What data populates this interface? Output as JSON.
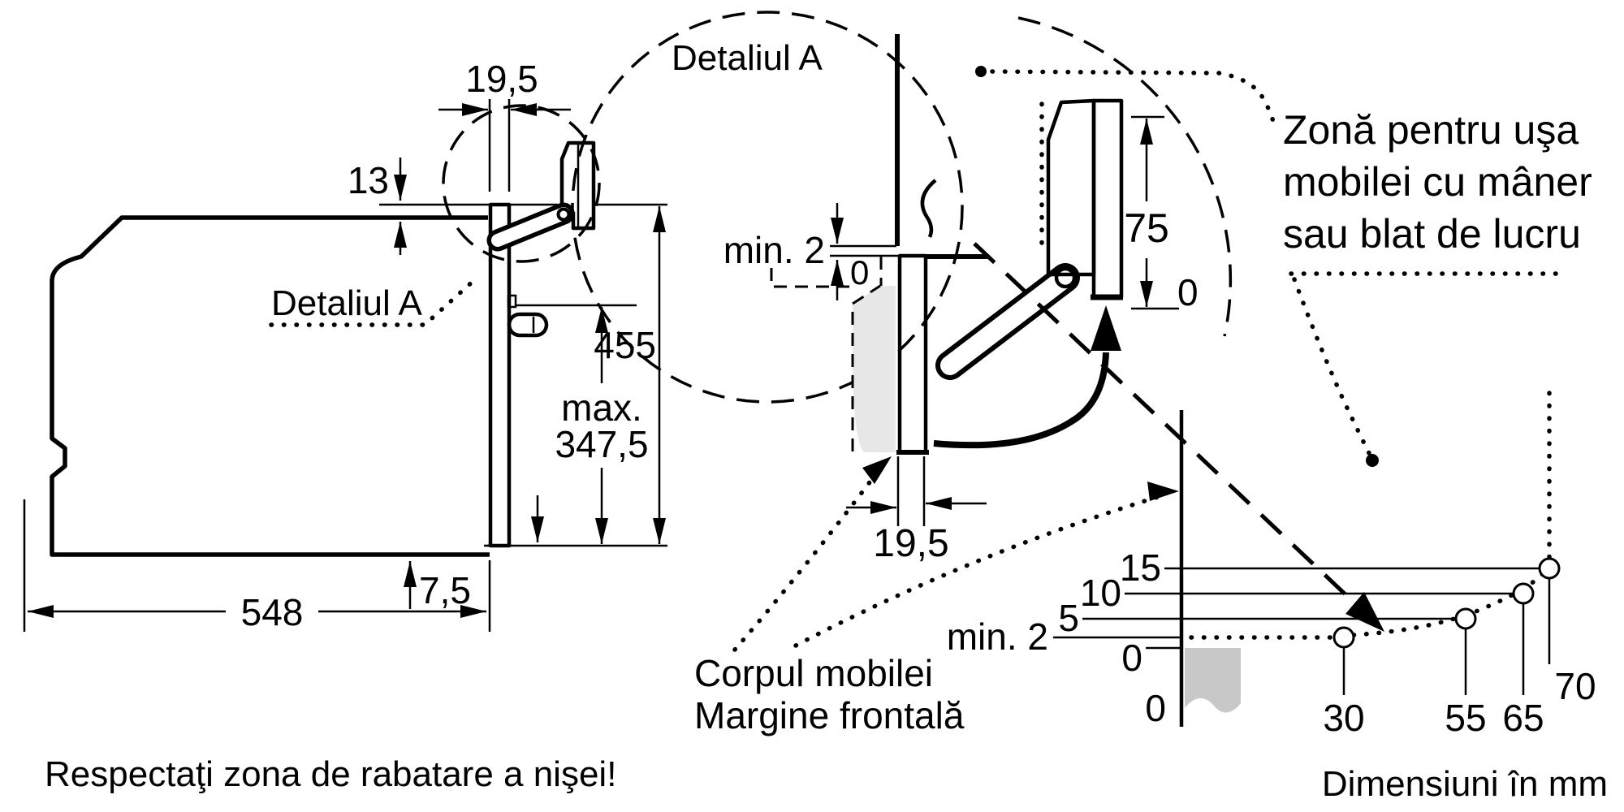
{
  "colors": {
    "line": "#000000",
    "door_fill": "#c8c8c8",
    "zone_fill": "#e7e7e7",
    "background": "#ffffff"
  },
  "side_view": {
    "detail_label": "Detaliul A",
    "dims": {
      "door_thickness": "19,5",
      "top_gap": "13",
      "front_height": "455",
      "max_line1": "max.",
      "max_line2": "347,5",
      "bottom_overhang": "7,5",
      "depth": "548"
    }
  },
  "detail_view": {
    "label": "Detaliul A",
    "dims": {
      "min_gap": "min. 2",
      "zero_top": "0",
      "door_travel": "75",
      "zero_side": "0",
      "door_thickness": "19,5"
    }
  },
  "door_zone_note": {
    "line1": "Zonă pentru uşa",
    "line2": "mobilei cu mâner",
    "line3": "sau blat de lucru"
  },
  "labels": {
    "furniture_body": "Corpul mobilei",
    "front_edge": "Margine frontală"
  },
  "gap_chart": {
    "y_labels": [
      "15",
      "10",
      "5",
      "min. 2",
      "0"
    ],
    "x_labels": [
      "0",
      "30",
      "55",
      "65",
      "70"
    ],
    "profile": {
      "offsets_mm": [
        30,
        55,
        65,
        70
      ],
      "clearance_mm": [
        2,
        5,
        10,
        15
      ]
    }
  },
  "footnotes": {
    "warning": "Respectaţi zona de rabatare a nişei!",
    "units": "Dimensiuni în mm"
  }
}
